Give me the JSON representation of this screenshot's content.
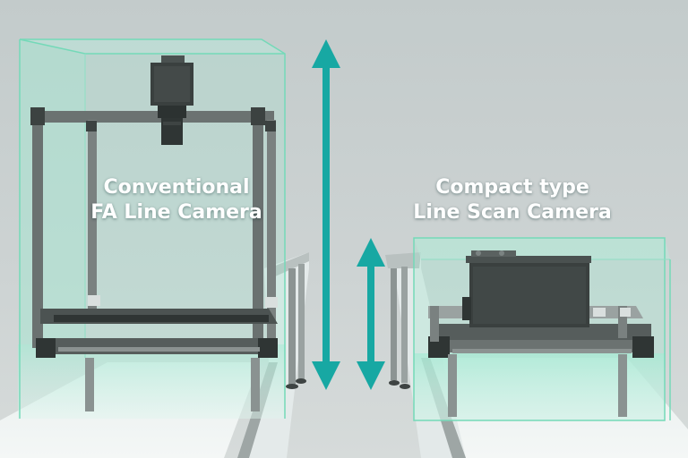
{
  "scene": {
    "left_label": {
      "line1": "Conventional",
      "line2": "FA Line Camera"
    },
    "right_label": {
      "line1": "Compact type",
      "line2": "Line Scan Camera"
    }
  },
  "colors": {
    "background": "#c9d0d0",
    "enclosure_fill": "#9fe6cf",
    "enclosure_edge": "#74d9b8",
    "arrow": "#17a8a3",
    "frame": "#59605f",
    "camera": "#3a403f",
    "conveyor": "#eef3f2"
  },
  "icons": [
    "tall-height-arrow-icon",
    "short-height-arrow-icon"
  ]
}
